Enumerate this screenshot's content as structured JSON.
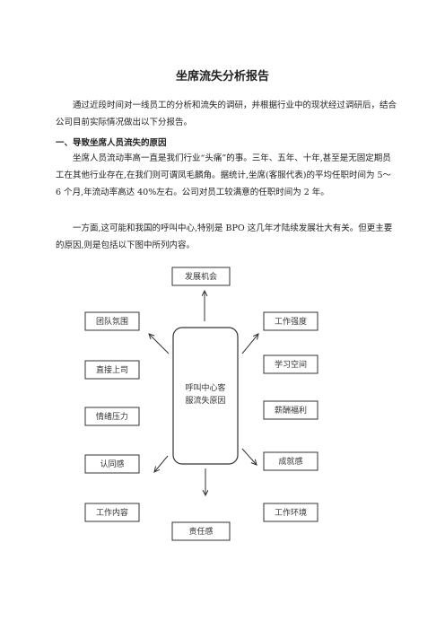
{
  "document": {
    "title": "坐席流失分析报告",
    "intro": "通过近段时间对一线员工的分析和流失的调研，并根据行业中的现状经过调研后，结合公司目前实际情况做出以下分报告。",
    "section1_heading": "一、导致坐席人员流失的原因",
    "para1": "坐席人员流动率高一直是我们行业“头痛”的事。三年、五年、十年,甚至是无固定期员工在其他行业存在,在我们则可谓凤毛麟角。据统计,坐席(客服代表)的平均任职时间为 5～6 个月,年流动率高达 40%左右。公司对员工较满意的任职时间为 2 年。",
    "para2": "一方面,这可能和我国的呼叫中心,特别是 BPO 这几年才陆续发展壮大有关。但更主要的原因,则是包括以下图中所列内容。"
  },
  "diagram": {
    "center": [
      "呼叫中心客",
      "服流失原因"
    ],
    "top": "发展机会",
    "bottom": "责任感",
    "left": [
      "团队氛围",
      "直接上司",
      "情绪压力",
      "认同感",
      "工作内容"
    ],
    "right": [
      "工作强度",
      "学习空间",
      "薪酬福利",
      "成就感",
      "工作环境"
    ]
  }
}
